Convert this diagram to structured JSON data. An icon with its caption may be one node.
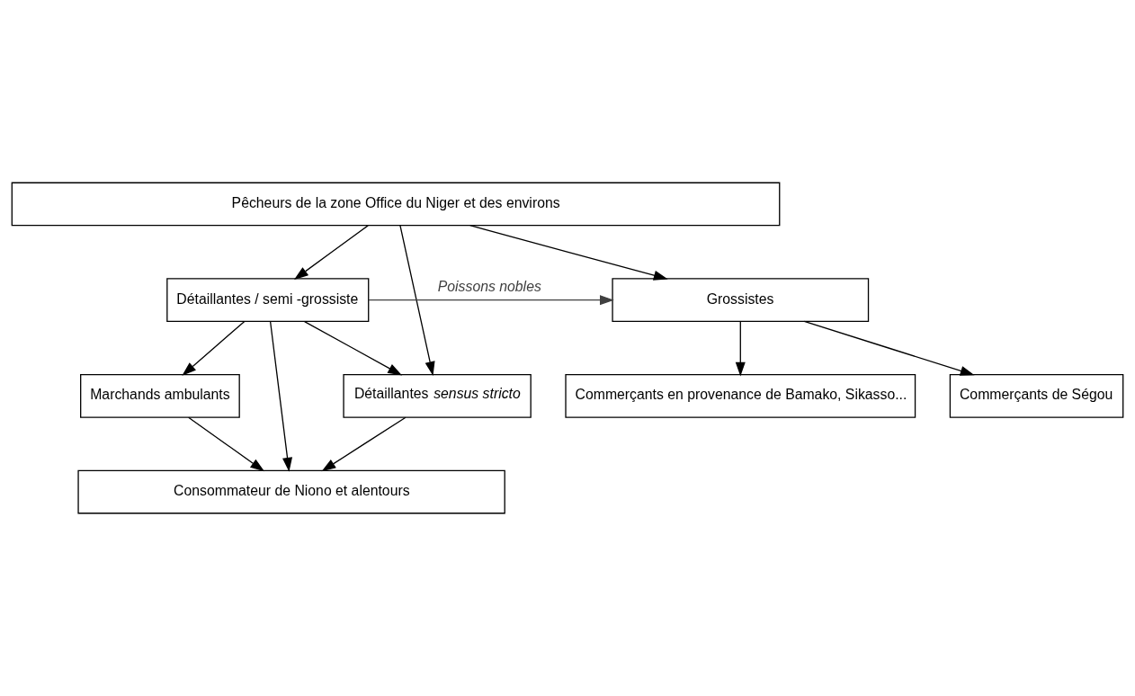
{
  "diagram": {
    "nodes": [
      {
        "text": [
          "Pêcheurs de la zone Office du Niger et des environs"
        ]
      },
      {
        "text": [
          "Grossistes"
        ]
      },
      {
        "text": [
          "Détaillantes / semi -grossiste"
        ]
      },
      {
        "text": [
          "Marchands ambulants"
        ]
      },
      {
        "text": [
          "Détaillantes *sensus stricto*"
        ]
      },
      {
        "text": [
          "Consommateur de Niono et alentours"
        ]
      },
      {
        "text": [
          "Commerçants en provenance de Bamako, Sikasso..."
        ]
      },
      {
        "text": [
          "Commerçants de Ségou"
        ]
      }
    ],
    "edges": [
      {
        "from": 0,
        "to": 1,
        "arrow": "to"
      },
      {
        "from": 0,
        "to": 2,
        "arrow": "to"
      },
      {
        "from": 0,
        "to": 4,
        "arrow": "to"
      },
      {
        "from": 2,
        "to": 1,
        "arrow": "to",
        "label": "Poissons nobles",
        "color": "#404040"
      },
      {
        "from": 2,
        "to": 4,
        "arrow": "to"
      },
      {
        "from": 2,
        "to": 3,
        "arrow": "to"
      },
      {
        "from": 2,
        "to": 5,
        "arrow": "to"
      },
      {
        "from": 3,
        "to": 5,
        "arrow": "to"
      },
      {
        "from": 4,
        "to": 5,
        "arrow": "to"
      },
      {
        "from": 1,
        "to": 6,
        "arrow": "to"
      },
      {
        "from": 1,
        "to": 7,
        "arrow": "to"
      }
    ]
  }
}
